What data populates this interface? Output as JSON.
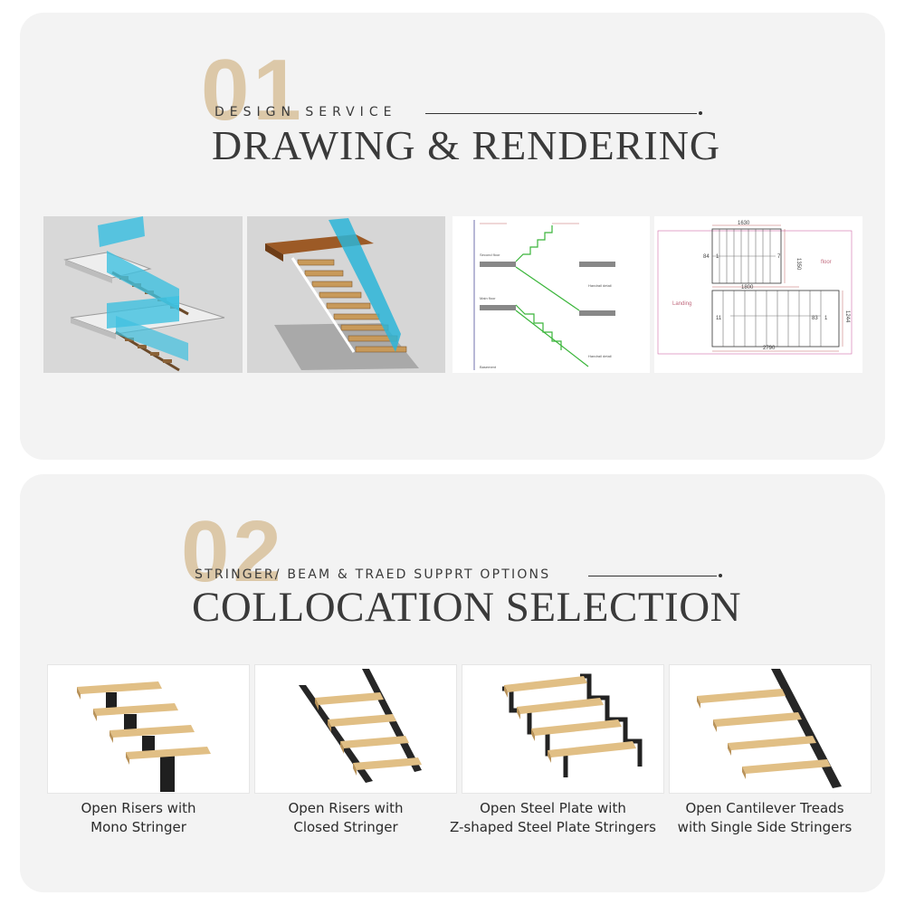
{
  "section1": {
    "number": "01",
    "subtitle": "DESIGN SERVICE",
    "title": "DRAWING & RENDERING"
  },
  "section2": {
    "number": "02",
    "subtitle": "STRINGER/ BEAM & TRAED SUPPRT OPTIONS",
    "title": "COLLOCATION SELECTION",
    "options": [
      {
        "line1": "Open Risers with",
        "line2": "Mono Stringer"
      },
      {
        "line1": "Open Risers with",
        "line2": "Closed Stringer"
      },
      {
        "line1": "Open Steel Plate with",
        "line2": "Z-shaped Steel Plate Stringers"
      },
      {
        "line1": "Open Cantilever Treads",
        "line2": "with Single Side Stringers"
      }
    ]
  },
  "drawing_labels": {
    "dim_top": "1630",
    "dim_mid": "1800",
    "dim_bottom": "2790",
    "step_top": "84",
    "step_7": "7",
    "step_1a": "1",
    "step_11": "11",
    "step_83": "83",
    "step_1b": "1",
    "dim_right_a": "1350",
    "dim_right_b": "1244",
    "floor": "floor",
    "landing": "Landing"
  },
  "colors": {
    "card_bg": "#f3f3f3",
    "number_tint": "#dcc8a8",
    "text_dark": "#3a3a3a",
    "wood": "#d9b67a",
    "steel": "#2d2d2d",
    "glass": "#36b7d6"
  }
}
